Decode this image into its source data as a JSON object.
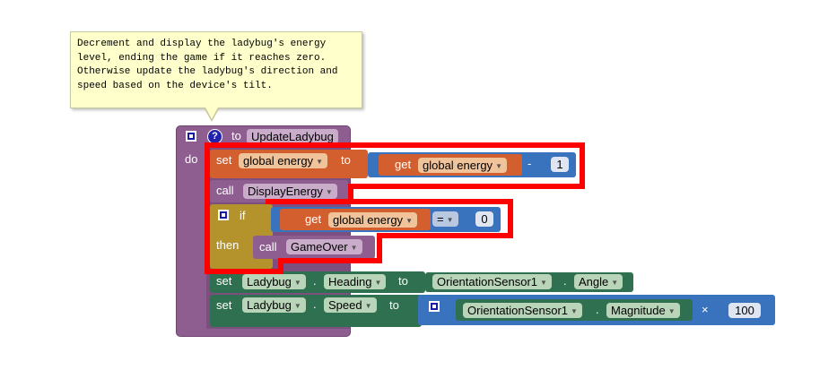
{
  "comment": {
    "lines": [
      "Decrement and display the ladybug's energy",
      "level, ending the game if it reaches zero.",
      "Otherwise update the ladybug's direction and",
      "speed based on the device's tilt."
    ]
  },
  "procedure": {
    "help_glyph": "?",
    "to_label": "to",
    "name": "UpdateLadybug",
    "do_label": "do"
  },
  "set_energy": {
    "set_label": "set",
    "variable": "global energy",
    "to_label": "to",
    "get_label": "get",
    "get_variable": "global energy",
    "operator": "-",
    "operand": "1"
  },
  "call_display": {
    "call_label": "call",
    "procedure": "DisplayEnergy"
  },
  "if_block": {
    "if_label": "if",
    "get_label": "get",
    "variable": "global energy",
    "comparator": "=",
    "compare_value": "0",
    "then_label": "then",
    "call_label": "call",
    "call_procedure": "GameOver"
  },
  "set_heading": {
    "set_label": "set",
    "component": "Ladybug",
    "property": "Heading",
    "to_label": "to",
    "sensor": "OrientationSensor1",
    "sensor_property": "Angle"
  },
  "set_speed": {
    "set_label": "set",
    "component": "Ladybug",
    "property": "Speed",
    "to_label": "to",
    "sensor": "OrientationSensor1",
    "sensor_property": "Magnitude",
    "operator": "×",
    "operand": "100"
  },
  "colors": {
    "procedure": "#8f5e91",
    "variable": "#d35f2e",
    "math": "#3a73bd",
    "control": "#b5932c",
    "component": "#2f7050",
    "highlight": "#ff0000"
  }
}
